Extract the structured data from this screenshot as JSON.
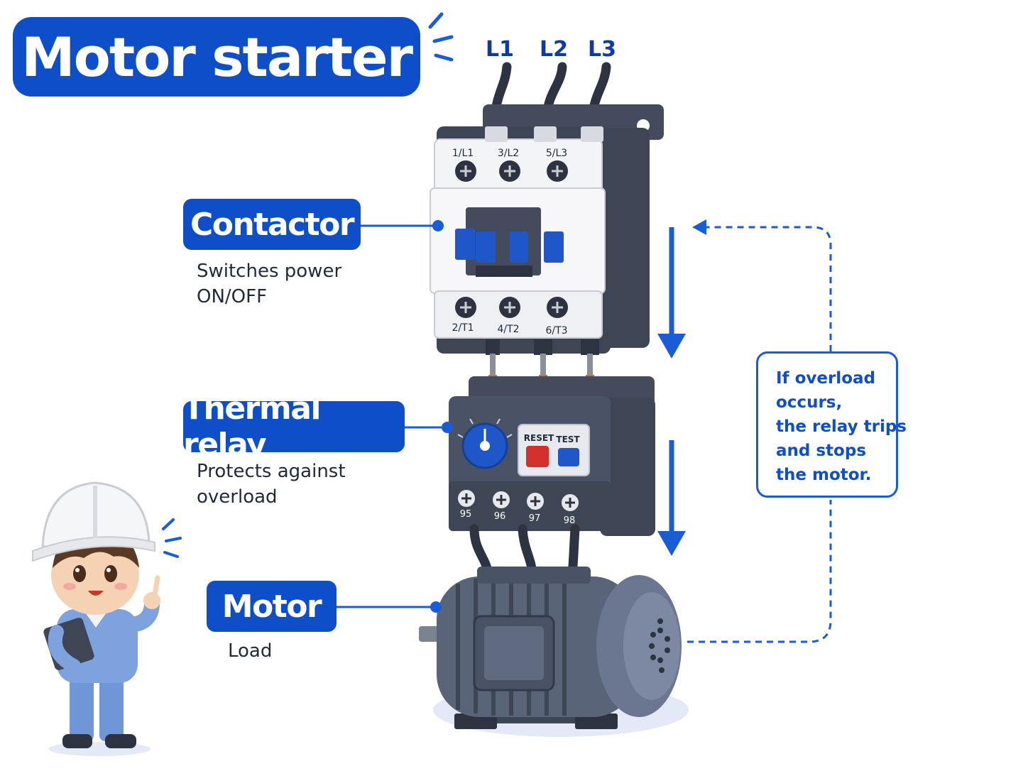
{
  "title": "Motor starter",
  "supply_phases": [
    "L1",
    "L2",
    "L3"
  ],
  "components": {
    "contactor": {
      "label": "Contactor",
      "description": [
        "Switches power",
        "ON/OFF"
      ],
      "line_terminals": [
        "1/L1",
        "3/L2",
        "5/L3"
      ],
      "load_terminals": [
        "2/T1",
        "4/T2",
        "6/T3"
      ]
    },
    "thermal_relay": {
      "label": "Thermal relay",
      "description": [
        "Protects against",
        "overload"
      ],
      "reset_label": "RESET",
      "test_label": "TEST",
      "aux_terminals": [
        "95",
        "96",
        "97",
        "98"
      ]
    },
    "motor": {
      "label": "Motor",
      "description": [
        "Load"
      ]
    }
  },
  "overload_note": [
    "If overload",
    "occurs,",
    "the relay trips",
    "and stops",
    "the motor."
  ],
  "colors": {
    "accent_blue": "#0e4fc9",
    "dark_gray": "#3e4656",
    "reset_red": "#d3302c",
    "test_blue": "#1f57c9"
  },
  "icons": {
    "flow_arrow": "arrow-down-icon",
    "feedback": "dashed-feedback-arrow-icon",
    "character": "engineer-character-icon"
  }
}
